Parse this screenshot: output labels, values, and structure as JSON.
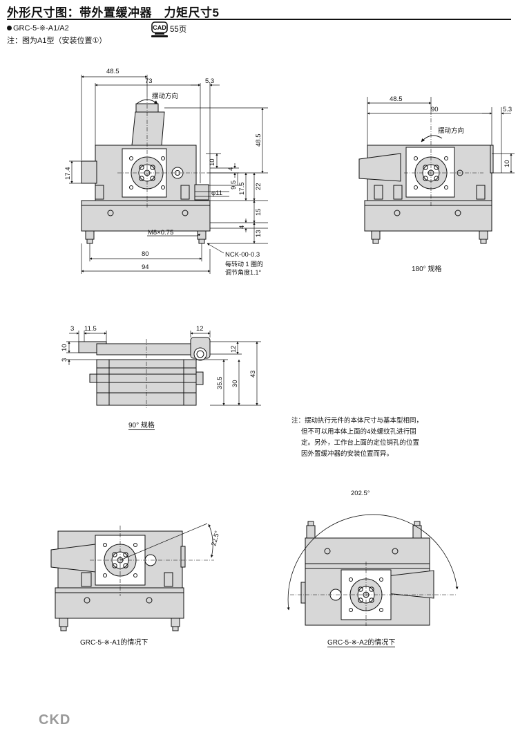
{
  "header": {
    "title": "外形尺寸图：带外置缓冲器　力矩尺寸5"
  },
  "model": {
    "code": "GRC-5-※-A1/A2",
    "note": "注：图为A1型（安装位置①）"
  },
  "cad": {
    "icon": "cad-icon",
    "label": "CAD",
    "page": "55页"
  },
  "view_top_left": {
    "dims": {
      "w48_5": "48.5",
      "w73": "73",
      "w5_3": "5.3",
      "h48_5": "48.5",
      "h17_4": "17.4",
      "h10": "10",
      "h4a": "4",
      "h9_5": "9.5",
      "h17_5": "17.5",
      "h22": "22",
      "h15": "15",
      "h4b": "4",
      "h13": "13",
      "phi11": "φ11",
      "thread": "M8×0.75",
      "w80": "80",
      "w94": "94",
      "nck": "NCK-00-0.3"
    },
    "rotation_label": "摆动方向",
    "adjust_note_1": "每转动 1 圈的",
    "adjust_note_2": "调节角度1.1°"
  },
  "view_top_right": {
    "dims": {
      "w48_5": "48.5",
      "w90": "90",
      "w5_3": "5.3",
      "h10": "10"
    },
    "rotation_label": "摆动方向",
    "caption": "180° 规格"
  },
  "view_mid": {
    "dims": {
      "w3": "3",
      "w11_5": "11.5",
      "w12": "12",
      "h10": "10",
      "h3": "3",
      "h12": "12",
      "h35_5": "35.5",
      "h30": "30",
      "h43": "43"
    },
    "caption": "90° 规格"
  },
  "note": {
    "line1": "注：摆动执行元件的本体尺寸与基本型相同，",
    "line2": "但不可以用本体上面的4处螺纹孔进行固",
    "line3": "定。另外，工作台上面的定位销孔的位置",
    "line4": "因外置缓冲器的安装位置而异。"
  },
  "view_bottom_left": {
    "angle": "22.5°",
    "caption": "GRC-5-※-A1的情况下"
  },
  "view_bottom_right": {
    "angle": "202.5°",
    "caption": "GRC-5-※-A2的情况下"
  },
  "brand": {
    "logo": "CKD"
  }
}
